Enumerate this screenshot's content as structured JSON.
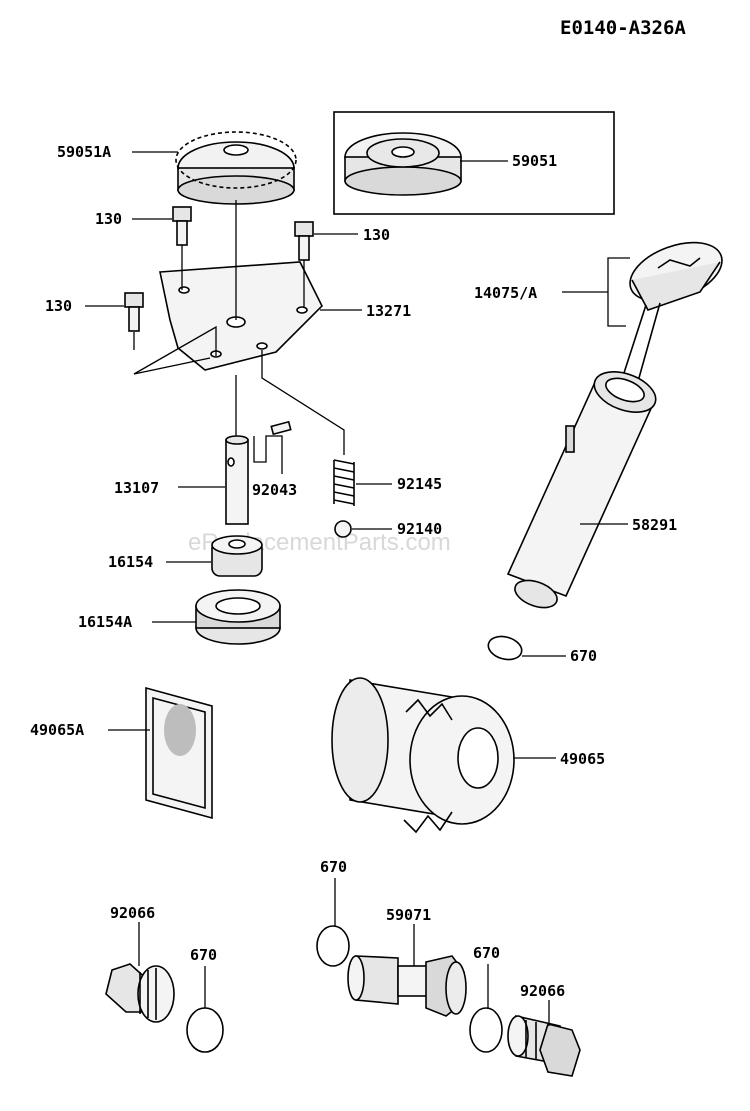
{
  "diagram_code": "E0140-A326A",
  "watermark": "eReplacementParts.com",
  "labels": {
    "p59051A": "59051A",
    "p59051": "59051",
    "p130_a": "130",
    "p130_b": "130",
    "p130_c": "130",
    "p13271": "13271",
    "p14075A": "14075/A",
    "p13107": "13107",
    "p92043": "92043",
    "p92145": "92145",
    "p92140": "92140",
    "p16154": "16154",
    "p16154A": "16154A",
    "p58291": "58291",
    "p670_a": "670",
    "p49065A": "49065A",
    "p49065": "49065",
    "p670_b": "670",
    "p92066_a": "92066",
    "p59071": "59071",
    "p670_c": "670",
    "p670_d": "670",
    "p92066_b": "92066"
  }
}
